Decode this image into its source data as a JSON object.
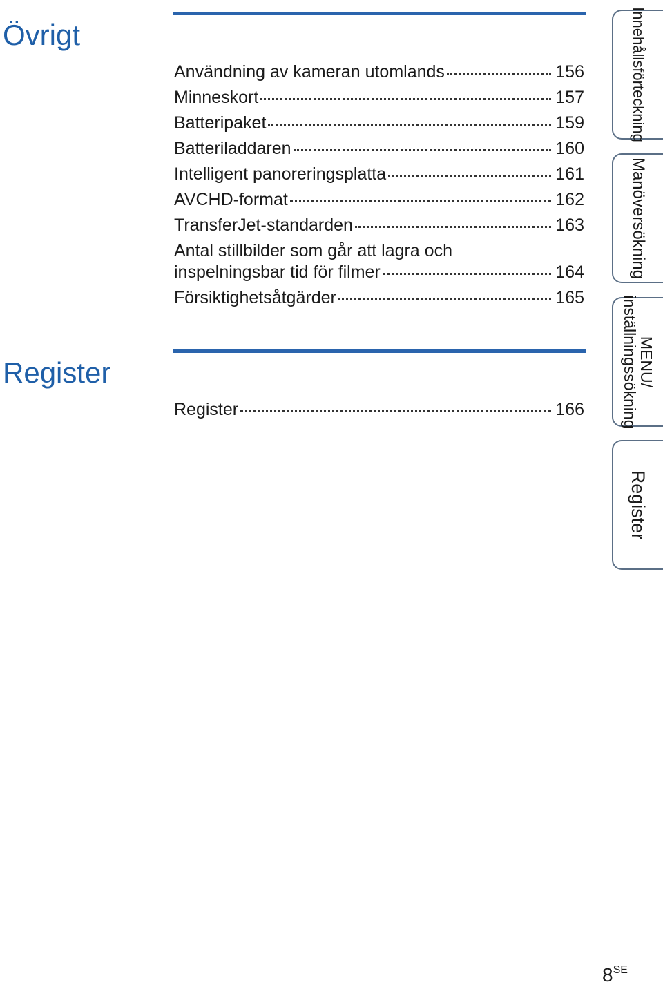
{
  "sections": [
    {
      "title": "Övrigt",
      "items": [
        {
          "title": "Användning av kameran utomlands",
          "page": "156"
        },
        {
          "title": "Minneskort",
          "page": "157"
        },
        {
          "title": "Batteripaket",
          "page": "159"
        },
        {
          "title": "Batteriladdaren",
          "page": "160"
        },
        {
          "title": "Intelligent panoreringsplatta",
          "page": "161"
        },
        {
          "title": "AVCHD-format",
          "page": "162"
        },
        {
          "title": "TransferJet-standarden",
          "page": "163"
        },
        {
          "title_line1": "Antal stillbilder som går att lagra och",
          "title_line2": "inspelningsbar tid för filmer",
          "page": "164"
        },
        {
          "title": "Försiktighetsåtgärder",
          "page": "165"
        }
      ]
    },
    {
      "title": "Register",
      "items": [
        {
          "title": "Register",
          "page": "166"
        }
      ]
    }
  ],
  "side_tabs": [
    {
      "label": "Innehållsförteckning"
    },
    {
      "label": "Manöversökning"
    },
    {
      "label_line1": "MENU/",
      "label_line2": "inställningssökning"
    },
    {
      "label": "Register"
    }
  ],
  "page_number": {
    "number": "8",
    "suffix": "SE"
  },
  "colors": {
    "accent": "#2a64ad",
    "heading": "#1f5fa8",
    "tab_border": "#5b6f86"
  }
}
